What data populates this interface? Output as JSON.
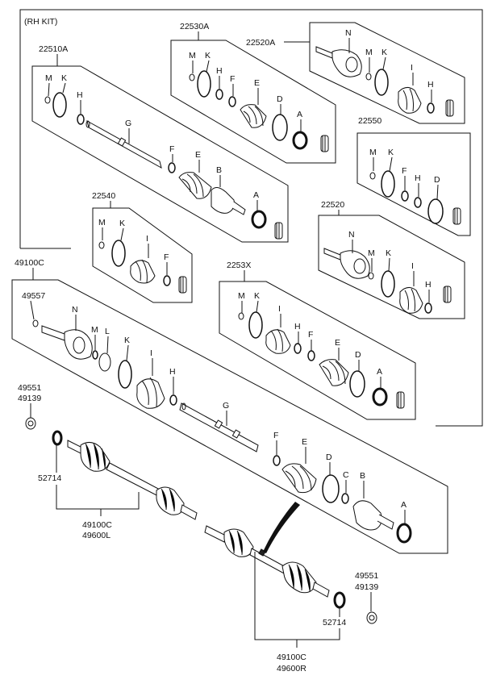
{
  "kit_title": "(RH KIT)",
  "kits": {
    "k22510A": "22510A",
    "k22530A": "22530A",
    "k22520A": "22520A",
    "k22550": "22550",
    "k22540": "22540",
    "k22520": "22520",
    "k2253X": "2253X",
    "k49100C": "49100C"
  },
  "part_numbers": {
    "p49557": "49557",
    "p49551_l": "49551",
    "p49139_l": "49139",
    "p52714_l": "52714",
    "p49100C_l": "49100C",
    "p49600L": "49600L",
    "p49551_r": "49551",
    "p49139_r": "49139",
    "p52714_r": "52714",
    "p49100C_r": "49100C",
    "p49600R": "49600R"
  },
  "letters": {
    "M": "M",
    "K": "K",
    "H": "H",
    "G": "G",
    "F": "F",
    "E": "E",
    "B": "B",
    "A": "A",
    "D": "D",
    "N": "N",
    "I": "I",
    "L": "L",
    "C": "C"
  }
}
